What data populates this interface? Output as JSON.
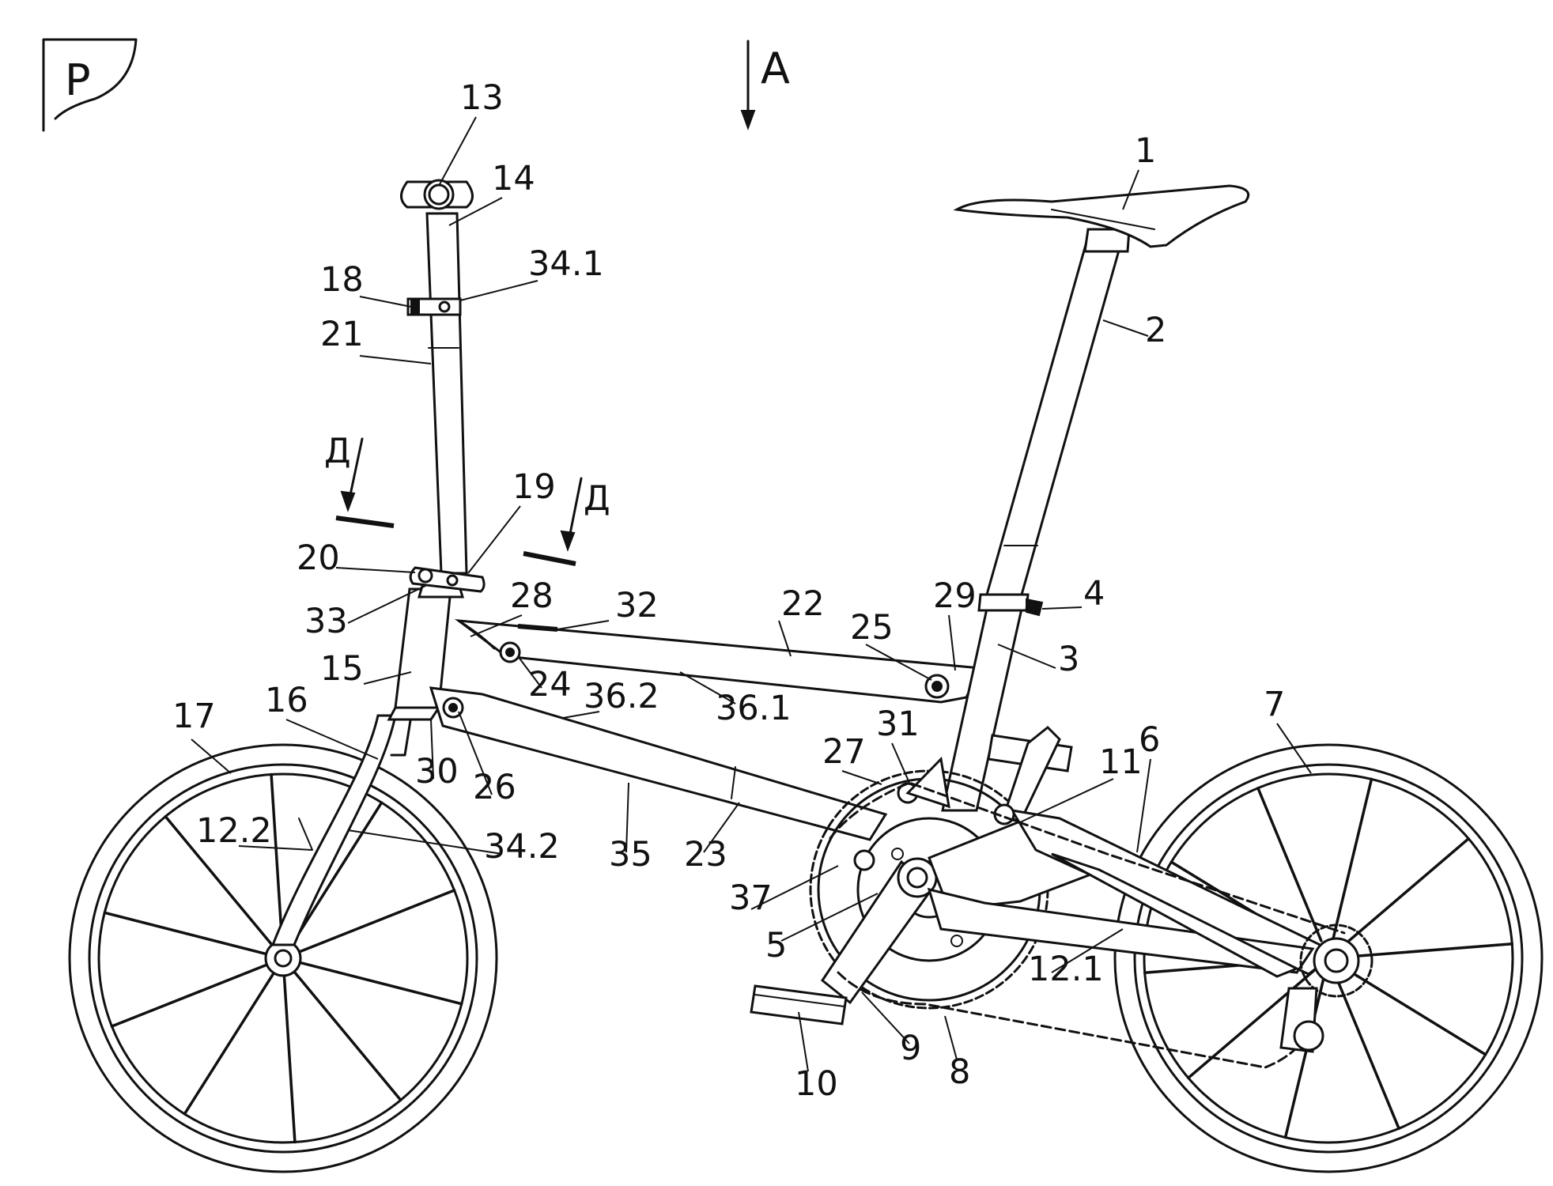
{
  "figure": {
    "corner_mark": "P",
    "view_arrow": "A",
    "section_left": "Д",
    "section_right": "Д"
  },
  "labels": [
    {
      "id": "13",
      "text": "13"
    },
    {
      "id": "14",
      "text": "14"
    },
    {
      "id": "18",
      "text": "18"
    },
    {
      "id": "34_1",
      "text": "34.1"
    },
    {
      "id": "21",
      "text": "21"
    },
    {
      "id": "19",
      "text": "19"
    },
    {
      "id": "20",
      "text": "20"
    },
    {
      "id": "33",
      "text": "33"
    },
    {
      "id": "28",
      "text": "28"
    },
    {
      "id": "32",
      "text": "32"
    },
    {
      "id": "22",
      "text": "22"
    },
    {
      "id": "25",
      "text": "25"
    },
    {
      "id": "29",
      "text": "29"
    },
    {
      "id": "4",
      "text": "4"
    },
    {
      "id": "15",
      "text": "15"
    },
    {
      "id": "24",
      "text": "24"
    },
    {
      "id": "36_2",
      "text": "36.2"
    },
    {
      "id": "36_1",
      "text": "36.1"
    },
    {
      "id": "3",
      "text": "3"
    },
    {
      "id": "17",
      "text": "17"
    },
    {
      "id": "16",
      "text": "16"
    },
    {
      "id": "30",
      "text": "30"
    },
    {
      "id": "26",
      "text": "26"
    },
    {
      "id": "31",
      "text": "31"
    },
    {
      "id": "27",
      "text": "27"
    },
    {
      "id": "11",
      "text": "11"
    },
    {
      "id": "6",
      "text": "6"
    },
    {
      "id": "7",
      "text": "7"
    },
    {
      "id": "12_2",
      "text": "12.2"
    },
    {
      "id": "34_2",
      "text": "34.2"
    },
    {
      "id": "35",
      "text": "35"
    },
    {
      "id": "23",
      "text": "23"
    },
    {
      "id": "37",
      "text": "37"
    },
    {
      "id": "5",
      "text": "5"
    },
    {
      "id": "12_1",
      "text": "12.1"
    },
    {
      "id": "9",
      "text": "9"
    },
    {
      "id": "8",
      "text": "8"
    },
    {
      "id": "10",
      "text": "10"
    },
    {
      "id": "1",
      "text": "1"
    },
    {
      "id": "2",
      "text": "2"
    }
  ]
}
